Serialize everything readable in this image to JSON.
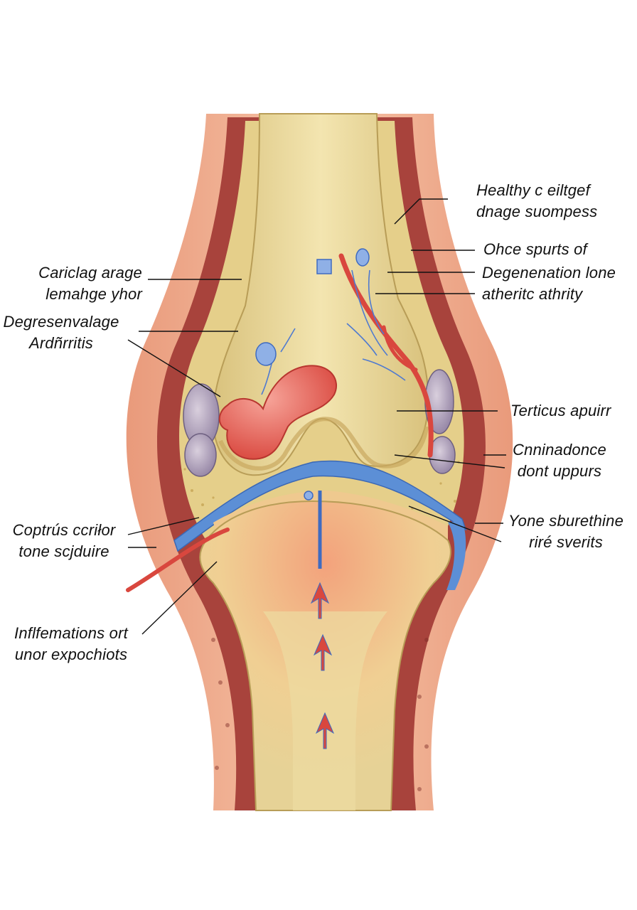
{
  "colors": {
    "background": "#ffffff",
    "skin": "#f2b79a",
    "muscle": "#a8433c",
    "bone": "#ead99c",
    "bone_shadow": "#cdb774",
    "cartilage": "#f4e6a8",
    "synovial_blue": "#5c8fd6",
    "inflamed_red": "#e05a4f",
    "bursa_purple": "#a393b0",
    "leader_line": "#111111"
  },
  "labels": {
    "top_right_1": {
      "line1": "Healthy c eiltgef",
      "line2": "dnage suompess"
    },
    "top_right_2": {
      "line1": "Ohce spurts of"
    },
    "top_right_3": {
      "line1": "Degenenation lone",
      "line2": "atheritc athrity"
    },
    "left_1": {
      "line1": "Cariclag arage",
      "line2": "lemahge yhor"
    },
    "left_2": {
      "line1": "Degresenvalage",
      "line2": "Ardñrritis"
    },
    "right_mid_1": {
      "line1": "Terticus apuirr"
    },
    "right_mid_2": {
      "line1": "Cnninadonce",
      "line2": "dont uppurs"
    },
    "left_low": {
      "line1": "Coptrús ccriłor",
      "line2": "tone scjduire"
    },
    "right_low": {
      "line1": "Yone sburethine",
      "line2": "riré sverits"
    },
    "bottom_left": {
      "line1": "Inflfemations ort",
      "line2": "unor expochiots"
    }
  }
}
